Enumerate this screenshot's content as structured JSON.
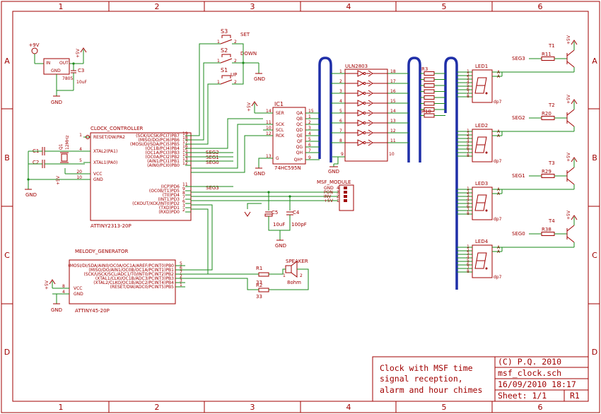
{
  "frame": {
    "cols": [
      "1",
      "2",
      "3",
      "4",
      "5",
      "6"
    ],
    "rows": [
      "A",
      "B",
      "C",
      "D"
    ]
  },
  "title_block": {
    "description": [
      "Clock with MSF time",
      "signal reception,",
      "alarm and hour chimes"
    ],
    "copyright": "(C) P.Q. 2010",
    "filename": "msf_clock.sch",
    "datetime": "16/09/2010 18:17",
    "sheet": "Sheet: 1/1",
    "revision": "R1"
  },
  "regulator": {
    "vin": "+9V",
    "vout": "+5V",
    "pin_in": "IN",
    "pin_out": "OUT",
    "pin_gnd": "GND",
    "part": "7805",
    "cap": "C3",
    "cap_value": "10uF",
    "gnd": "GND"
  },
  "switches": [
    {
      "name": "S3",
      "label": "SET",
      "p1": "1",
      "p2": "2"
    },
    {
      "name": "S2",
      "label": "DOWN",
      "p1": "1",
      "p2": "2"
    },
    {
      "name": "S1",
      "label": "UP",
      "p1": "1",
      "p2": "2"
    }
  ],
  "switch_gnd": "GND",
  "crystal": {
    "c1": "C1",
    "c2": "C2",
    "q": "Q1",
    "freq": "12MHz",
    "gnd": "GND",
    "vcc": "+5V"
  },
  "clock_controller": {
    "title": "CLOCK_CONTROLLER",
    "part": "ATTINY2313-20P",
    "left_pins": [
      {
        "num": "1",
        "name": "RESET/DW/PA2"
      },
      {
        "num": "4",
        "name": "XTAL2(PA1)"
      },
      {
        "num": "5",
        "name": "XTAL1(PA0)"
      },
      {
        "num": "20",
        "name": "VCC"
      },
      {
        "num": "10",
        "name": "GND"
      }
    ],
    "right_pins": [
      {
        "num": "19",
        "name": "(SCK/UCSK/PCI7)PB7"
      },
      {
        "num": "18",
        "name": "(MISO/DO/PCI6)PB6"
      },
      {
        "num": "17",
        "name": "(MOSI/DI/SDA/PCI5)PB5"
      },
      {
        "num": "16",
        "name": "(OC1B/PCI4)PB4"
      },
      {
        "num": "15",
        "name": "(OC1A/PCI3)PB3"
      },
      {
        "num": "14",
        "name": "(OC0A/PCI2)PB2"
      },
      {
        "num": "13",
        "name": "(AIN1/PCI1)PB1"
      },
      {
        "num": "12",
        "name": "(AIN0/PCI0)PB0"
      },
      {
        "num": "11",
        "name": "(ICP)PD6"
      },
      {
        "num": "9",
        "name": "(OC0B/T1)PD5"
      },
      {
        "num": "8",
        "name": "(T0)PD4"
      },
      {
        "num": "7",
        "name": "(INT1)PD3"
      },
      {
        "num": "6",
        "name": "(CKOUT/XCK/INT0)PD2"
      },
      {
        "num": "3",
        "name": "(TXD)PD1"
      },
      {
        "num": "2",
        "name": "(RXD)PD0"
      }
    ]
  },
  "net_labels": [
    "SEG2",
    "SEG1",
    "SEG0",
    "SEG3"
  ],
  "ic1": {
    "name": "IC1",
    "part": "74HC595N",
    "vcc": "+5V",
    "gnd": "GND",
    "left_pins": [
      {
        "num": "14",
        "name": "SER"
      },
      {
        "num": "11",
        "name": "SCK"
      },
      {
        "num": "10",
        "name": "SCL"
      },
      {
        "num": "12",
        "name": "RCK"
      },
      {
        "num": "13",
        "name": "G"
      }
    ],
    "right_pins": [
      {
        "num": "15",
        "name": "QA"
      },
      {
        "num": "1",
        "name": "QB"
      },
      {
        "num": "2",
        "name": "QC"
      },
      {
        "num": "3",
        "name": "QD"
      },
      {
        "num": "4",
        "name": "QE"
      },
      {
        "num": "5",
        "name": "QF"
      },
      {
        "num": "6",
        "name": "QG"
      },
      {
        "num": "7",
        "name": "QH"
      },
      {
        "num": "9",
        "name": "QH*"
      }
    ]
  },
  "uln": {
    "part": "ULN2803",
    "gnd": "GND",
    "in_pins": [
      "1",
      "2",
      "3",
      "4",
      "5",
      "6",
      "7",
      "8"
    ],
    "out_pins": [
      "18",
      "17",
      "16",
      "15",
      "14",
      "13",
      "12",
      "11"
    ],
    "gnd_pin": "9",
    "com_pin": "10"
  },
  "resistor_bank": {
    "top": "R3",
    "bottom": "R10"
  },
  "msf_module": {
    "title": "MSF_MODULE",
    "pins": [
      "GND",
      "PON",
      "INV",
      "+5V"
    ],
    "nums": [
      "4",
      "3",
      "2",
      "1"
    ]
  },
  "decoupling": {
    "c5": "C5",
    "c5_value": "10uF",
    "c4": "C4",
    "c4_value": "100pF",
    "gnd": "GND"
  },
  "leds": [
    {
      "name": "LED1",
      "seg": "SEG3",
      "r": "R11",
      "t": "T1"
    },
    {
      "name": "LED2",
      "seg": "SEG2",
      "r": "R20",
      "t": "T2"
    },
    {
      "name": "LED3",
      "seg": "SEG1",
      "r": "R29",
      "t": "T3"
    },
    {
      "name": "LED4",
      "seg": "SEG0",
      "r": "R38",
      "t": "T4"
    }
  ],
  "led_pin_labels": {
    "a": "A",
    "b": "A",
    "dp": "dp7"
  },
  "led_supply": "+5V",
  "melody_generator": {
    "title": "MELODY_GENERATOR",
    "part": "ATTINY45-20P",
    "left_pins": [
      {
        "num": "8",
        "name": "VCC"
      },
      {
        "num": "4",
        "name": "GND"
      }
    ],
    "right_pins": [
      {
        "num": "5",
        "name": "(MOSI/DI/SDA/AIN0/OC0A/OC1A/AREF/PCINT0)PB0"
      },
      {
        "num": "6",
        "name": "(MISO/DO/AIN1/OC0B/OC1A/PCINT1)PB1"
      },
      {
        "num": "7",
        "name": "(SCK/USCK/SCL/ADC1/T0/INT0/PCINT2)PB2"
      },
      {
        "num": "2",
        "name": "(XTAL1/CLKI/OC1B/ADC3/PCINT3)PB3"
      },
      {
        "num": "3",
        "name": "(XTAL2/CLKO/OC1B/ADC2/PCINT4)PB4"
      },
      {
        "num": "1",
        "name": "(RESET/DW/ADC0/PCINT5)PB5"
      }
    ],
    "vcc": "+5V",
    "gnd": "GND"
  },
  "speaker": {
    "title": "SPEAKER",
    "value": "8ohm",
    "p1": "1",
    "p2": "2"
  },
  "melody_resistors": [
    {
      "name": "R1",
      "value": "33"
    },
    {
      "name": "R2",
      "value": "33"
    }
  ]
}
